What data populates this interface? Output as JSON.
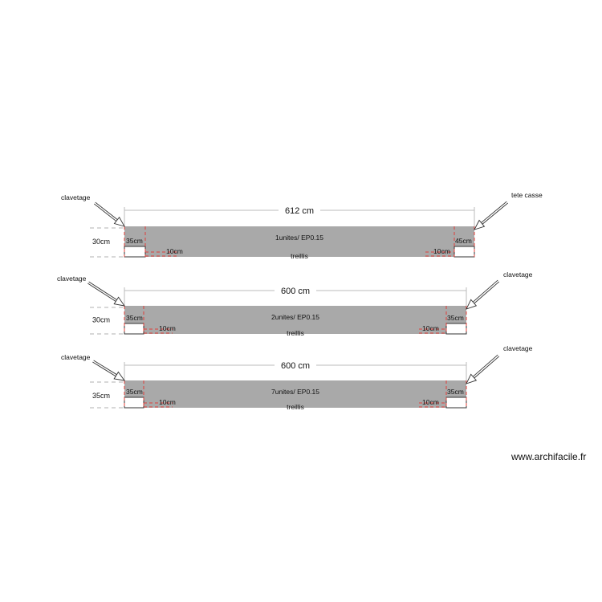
{
  "watermark": "www.archifacile.fr",
  "beams": [
    {
      "length_label": "612 cm",
      "title": "1unites/ EP0.15",
      "bottom_label": "treillis",
      "height_label": "30cm",
      "left_end_label": "35cm",
      "right_end_label": "45cm",
      "left_inner_label": "10cm",
      "right_inner_label": "10cm",
      "left_note": "clavetage",
      "right_note": "tete casse"
    },
    {
      "length_label": "600 cm",
      "title": "2unites/ EP0.15",
      "bottom_label": "treillis",
      "height_label": "30cm",
      "left_end_label": "35cm",
      "right_end_label": "35cm",
      "left_inner_label": "10cm",
      "right_inner_label": "10cm",
      "left_note": "clavetage",
      "right_note": "clavetage"
    },
    {
      "length_label": "600 cm",
      "title": "7unites/ EP0.15",
      "bottom_label": "treillis",
      "height_label": "35cm",
      "left_end_label": "35cm",
      "right_end_label": "35cm",
      "left_inner_label": "10cm",
      "right_inner_label": "10cm",
      "left_note": "clavetage",
      "right_note": "clavetage"
    }
  ],
  "colors": {
    "beam_fill": "#a9a9a9",
    "dimension_line": "#bbbbbb",
    "reinforcement_dash": "#e0403a",
    "outline": "#333333"
  }
}
